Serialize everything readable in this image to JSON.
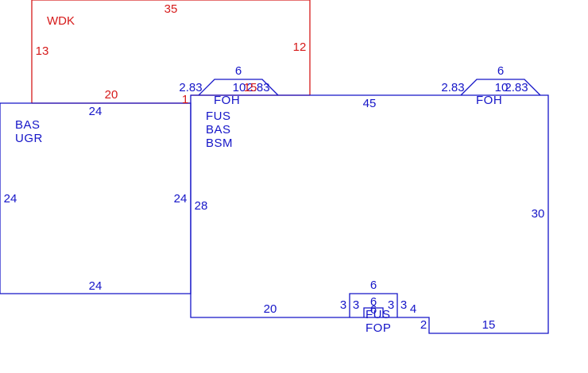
{
  "colors": {
    "main": "#1515c8",
    "addition": "#d61a1a"
  },
  "wdk": {
    "code": "WDK",
    "dims": {
      "top": "35",
      "left": "13",
      "right": "12",
      "bottom": "20",
      "tail": "1"
    }
  },
  "left_block": {
    "codes": [
      "BAS",
      "UGR"
    ],
    "dims": {
      "top": "24",
      "left": "24",
      "right": "24",
      "bottom": "24"
    }
  },
  "main_block": {
    "codes": [
      "FUS",
      "BAS",
      "BSM"
    ],
    "dims": {
      "top": "45",
      "left": "28",
      "right": "30",
      "bottom": "20",
      "step": "2",
      "bottom_right": "15",
      "notch_right": "4"
    }
  },
  "foh_left": {
    "code": "FOH",
    "dims": {
      "top": "6",
      "side_left": "2.83",
      "base": "10",
      "side_right": "2.83",
      "overlap": "15"
    }
  },
  "foh_right": {
    "code": "FOH",
    "dims": {
      "top": "6",
      "side_left": "2.83",
      "base": "10",
      "side_right": "2.83"
    }
  },
  "bottom_porch": {
    "codes": [
      "FUS",
      "FOP"
    ],
    "dims": {
      "outer_top": "6",
      "inner_top": "6",
      "inner_bottom": "6",
      "a": "3",
      "b": "3",
      "c": "3",
      "d": "3"
    }
  }
}
